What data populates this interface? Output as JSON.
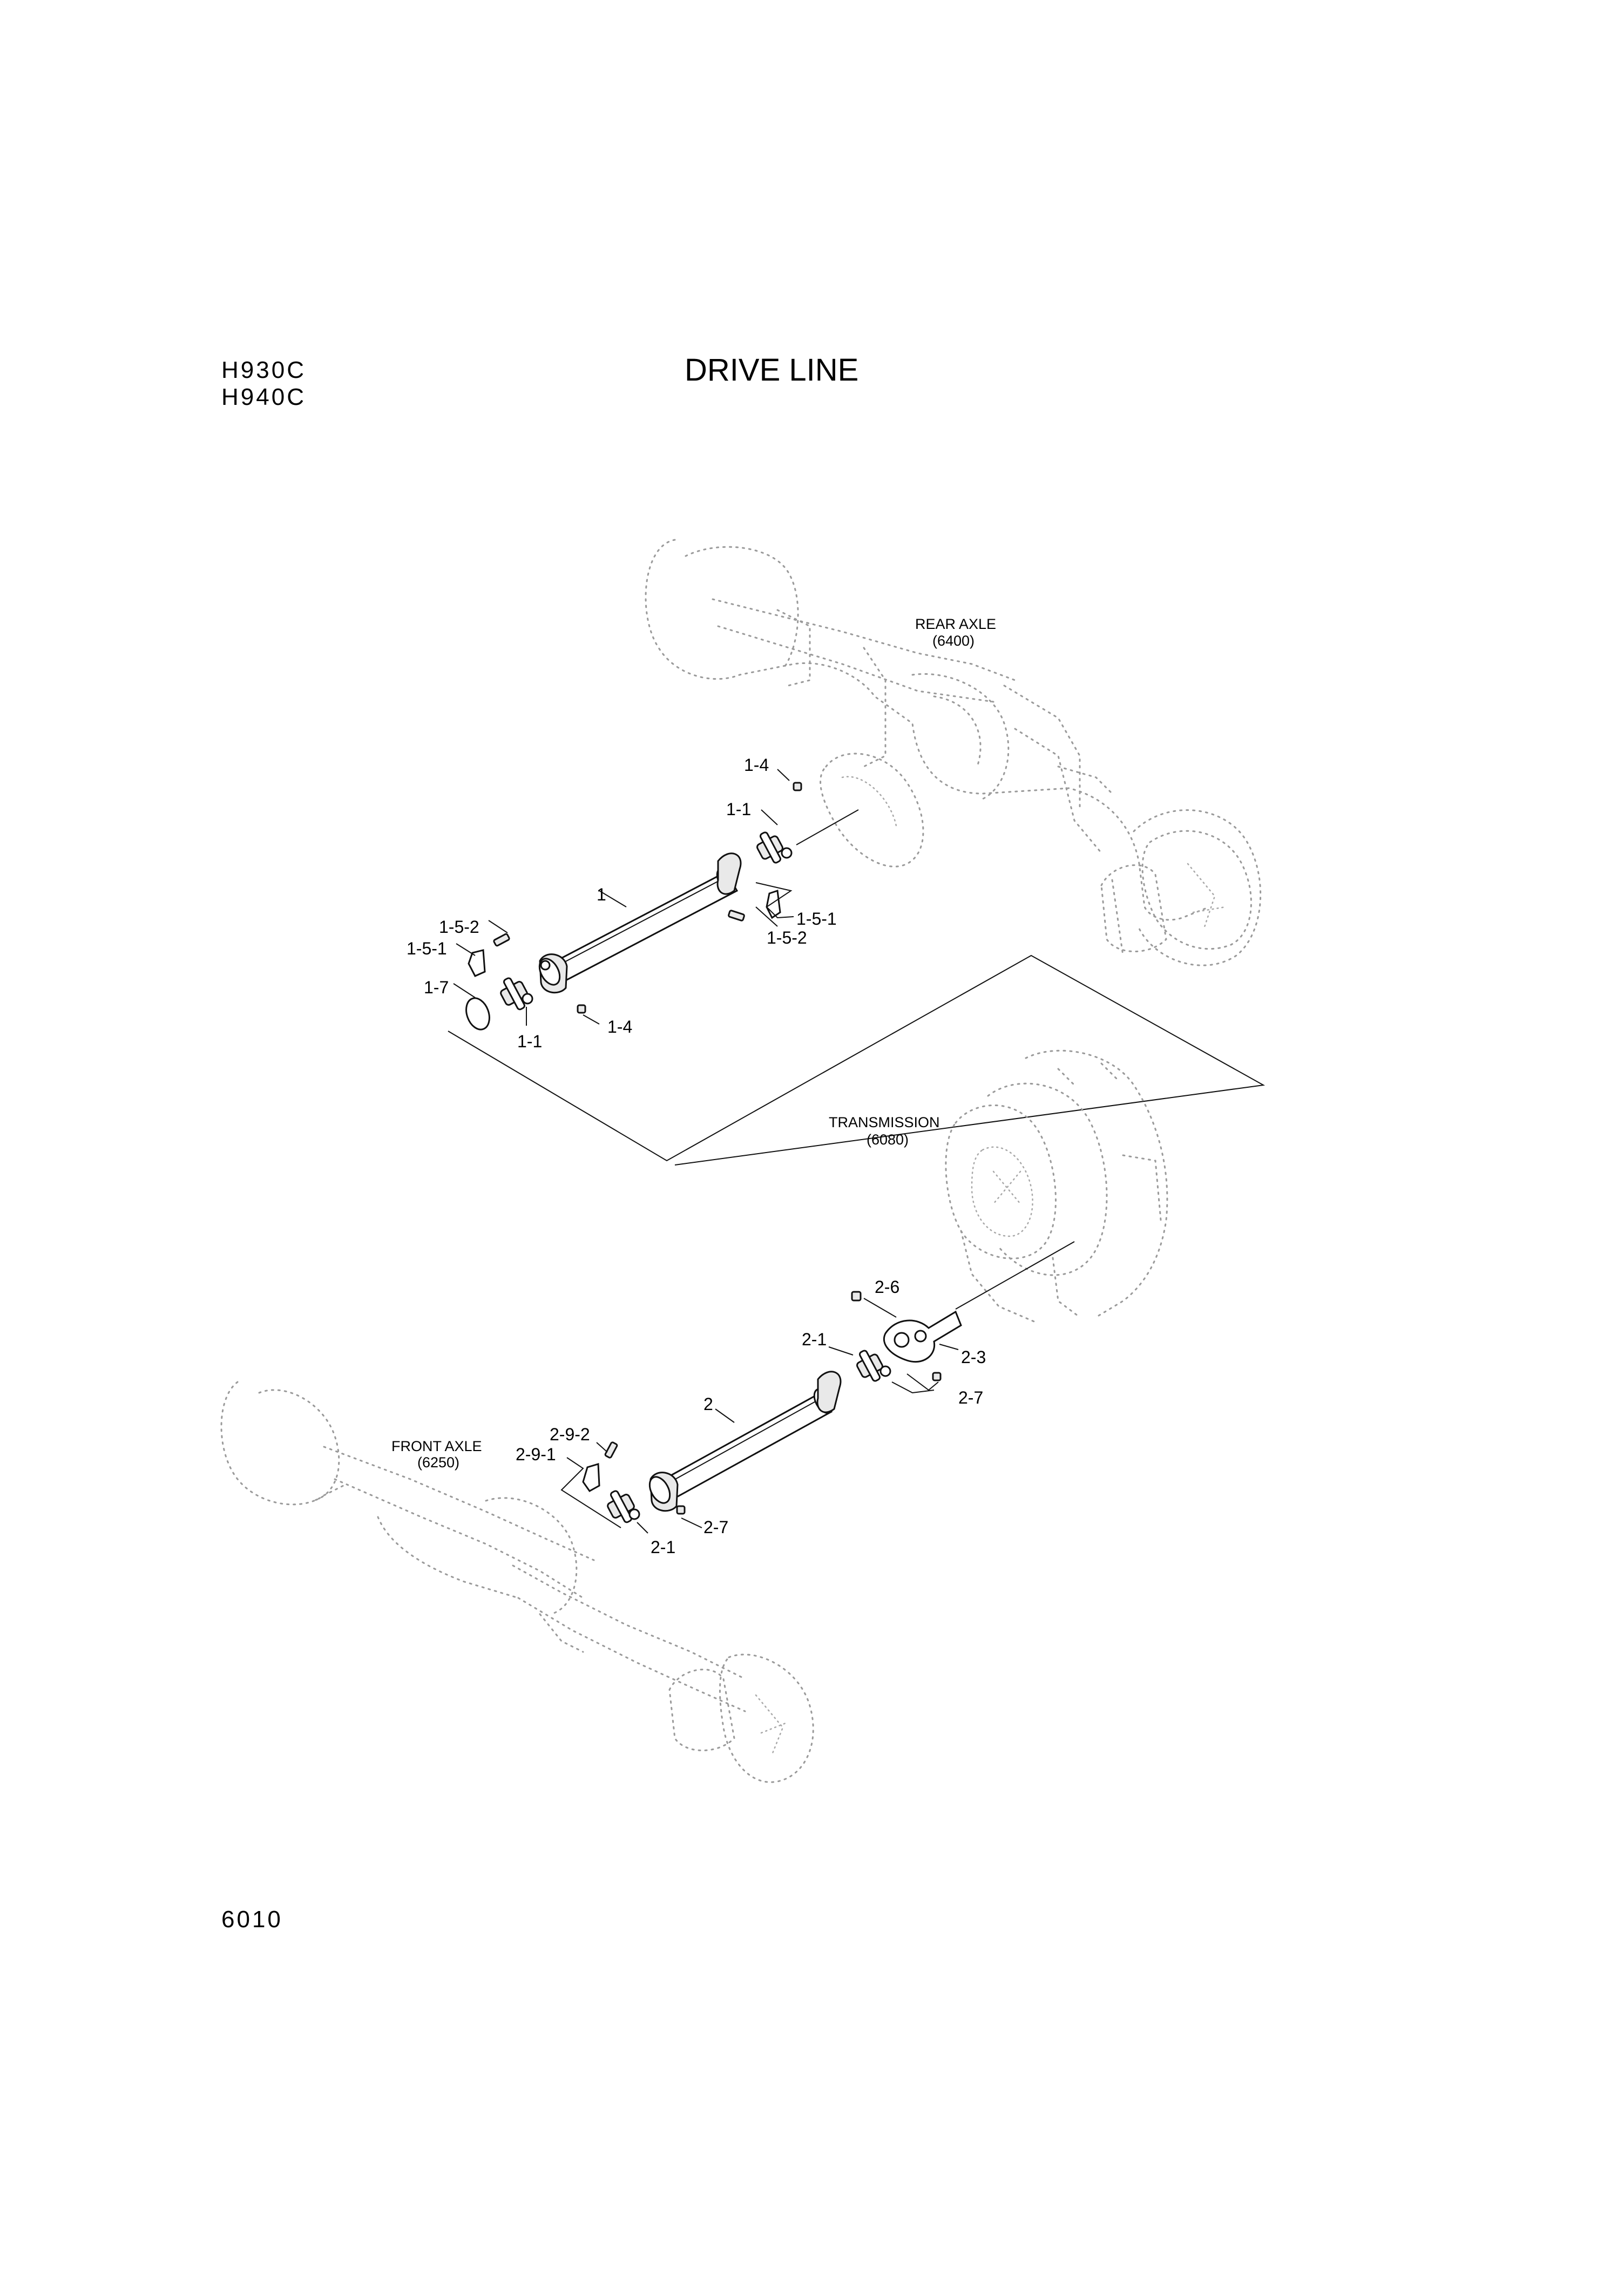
{
  "header": {
    "models": [
      "H930C",
      "H940C"
    ],
    "title": "DRIVE LINE"
  },
  "footer": {
    "page_number": "6010"
  },
  "assemblies": {
    "rear_axle": {
      "name": "REAR AXLE",
      "ref": "(6400)"
    },
    "transmission": {
      "name": "TRANSMISSION",
      "ref": "(6080)"
    },
    "front_axle": {
      "name": "FRONT AXLE",
      "ref": "(6250)"
    }
  },
  "callouts": {
    "rear_shaft": {
      "c1": "1",
      "c1_1_top": "1-1",
      "c1_1_bottom": "1-1",
      "c1_4_top": "1-4",
      "c1_4_bottom": "1-4",
      "c1_5_1_left": "1-5-1",
      "c1_5_1_right": "1-5-1",
      "c1_5_2_left": "1-5-2",
      "c1_5_2_right": "1-5-2",
      "c1_7": "1-7"
    },
    "front_shaft": {
      "c2": "2",
      "c2_1_top": "2-1",
      "c2_1_bottom": "2-1",
      "c2_3": "2-3",
      "c2_6": "2-6",
      "c2_7_top": "2-7",
      "c2_7_bottom": "2-7",
      "c2_9_1": "2-9-1",
      "c2_9_2": "2-9-2"
    }
  }
}
